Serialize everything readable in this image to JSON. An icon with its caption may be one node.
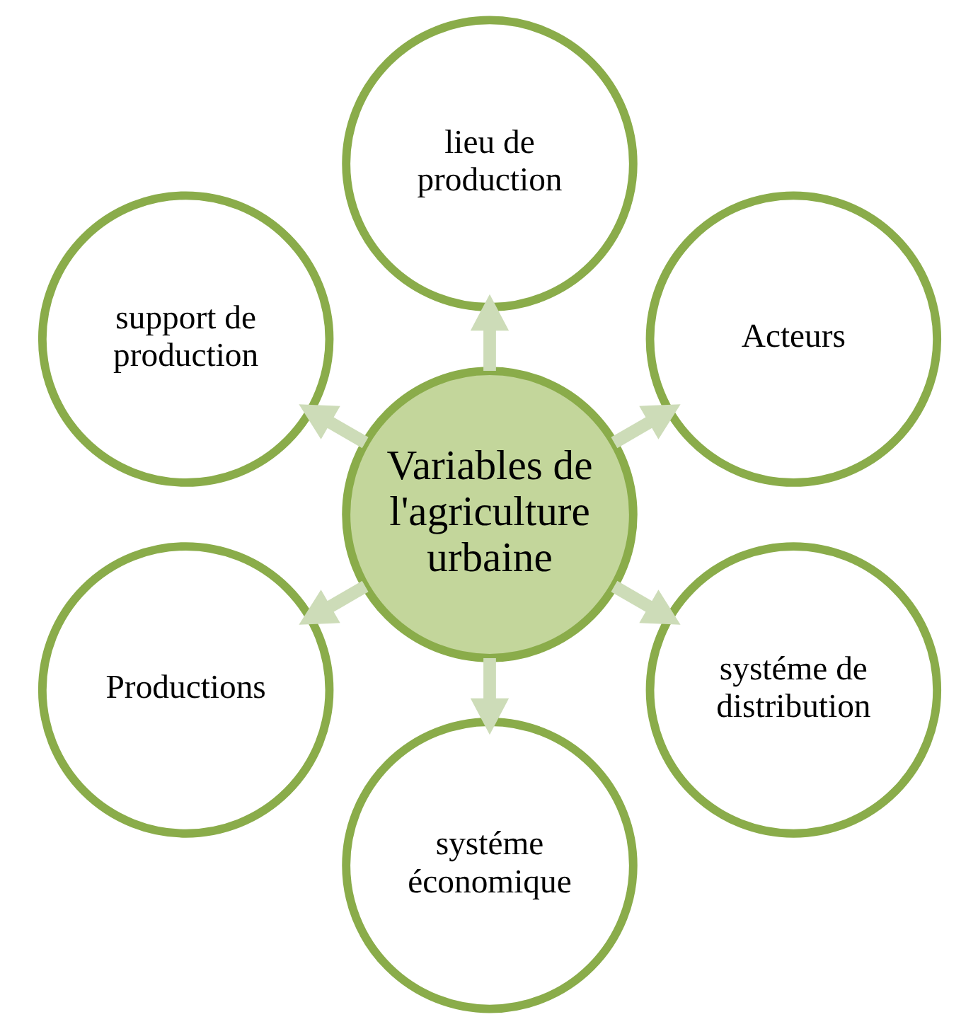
{
  "diagram": {
    "nodes": [
      {
        "text": [
          "Variables de l'agriculture urbaine"
        ]
      },
      {
        "text": [
          "lieu de production"
        ]
      },
      {
        "text": [
          "Acteurs"
        ]
      },
      {
        "text": [
          "systéme de distribution"
        ]
      },
      {
        "text": [
          "systéme économique"
        ]
      },
      {
        "text": [
          "Productions"
        ]
      },
      {
        "text": [
          "support de production"
        ]
      }
    ],
    "edges": [
      {
        "from": 0,
        "to": 1,
        "arrow": "to"
      },
      {
        "from": 0,
        "to": 2,
        "arrow": "to"
      },
      {
        "from": 0,
        "to": 3,
        "arrow": "to"
      },
      {
        "from": 0,
        "to": 4,
        "arrow": "to"
      },
      {
        "from": 0,
        "to": 5,
        "arrow": "to"
      },
      {
        "from": 0,
        "to": 6,
        "arrow": "to"
      }
    ]
  }
}
